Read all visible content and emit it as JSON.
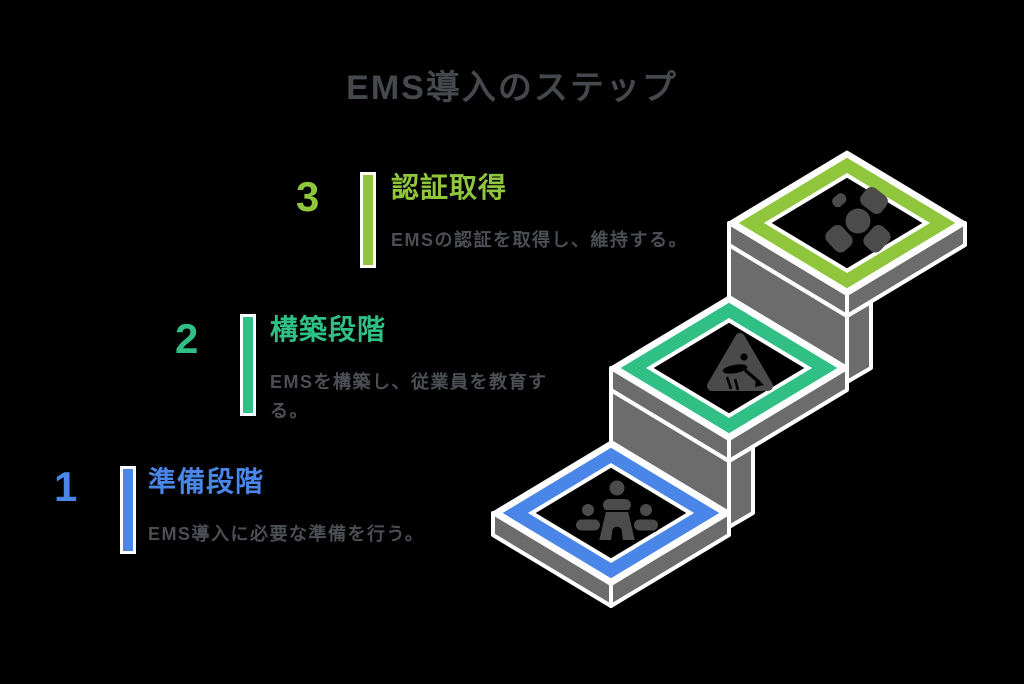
{
  "title": "EMS導入のステップ",
  "steps": [
    {
      "number": "1",
      "heading": "準備段階",
      "description": "EMS導入に必要な準備を行う。",
      "accent_color": "#4a86e8",
      "icon": "people-meeting-icon"
    },
    {
      "number": "2",
      "heading": "構築段階",
      "description": "EMSを構築し、従業員を教育する。",
      "accent_color": "#30bf85",
      "icon": "construction-sign-icon"
    },
    {
      "number": "3",
      "heading": "認証取得",
      "description": "EMSの認証を取得し、維持する。",
      "accent_color": "#8fc63c",
      "icon": "fan-icon"
    }
  ],
  "colors": {
    "background": "#000000",
    "title_text": "#45484d",
    "description_text": "#4b4f55",
    "stairs_gray": "#6c6c6c",
    "outline_white": "#ffffff",
    "icon_gray": "#4b4b4b"
  }
}
